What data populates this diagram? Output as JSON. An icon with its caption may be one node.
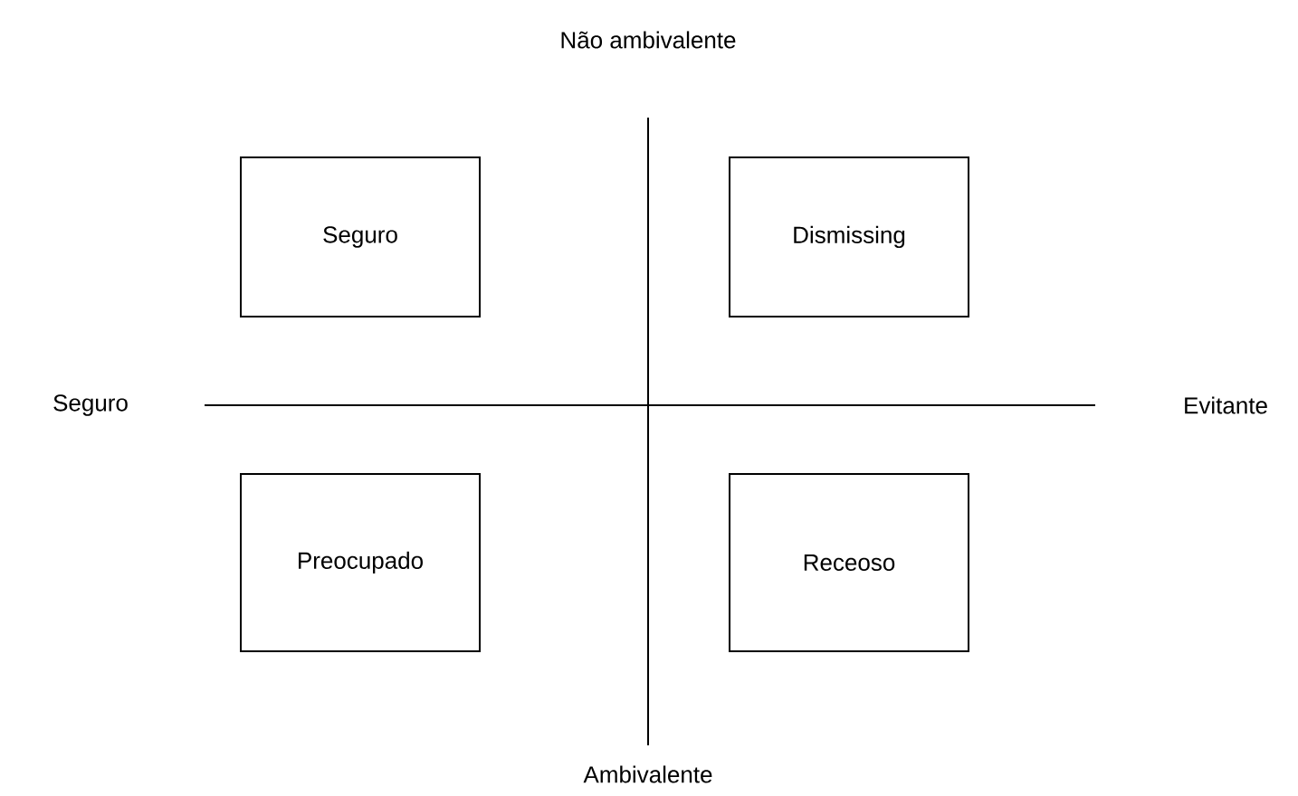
{
  "diagram": {
    "nodes": [
      {
        "text": [
          "Seguro"
        ]
      },
      {
        "text": [
          "Dismissing"
        ]
      },
      {
        "text": [
          "Preocupado"
        ]
      },
      {
        "text": [
          "Receoso"
        ]
      }
    ],
    "labels": [
      "Não ambivalente",
      "Seguro",
      "Evitante",
      "Ambivalente"
    ]
  }
}
